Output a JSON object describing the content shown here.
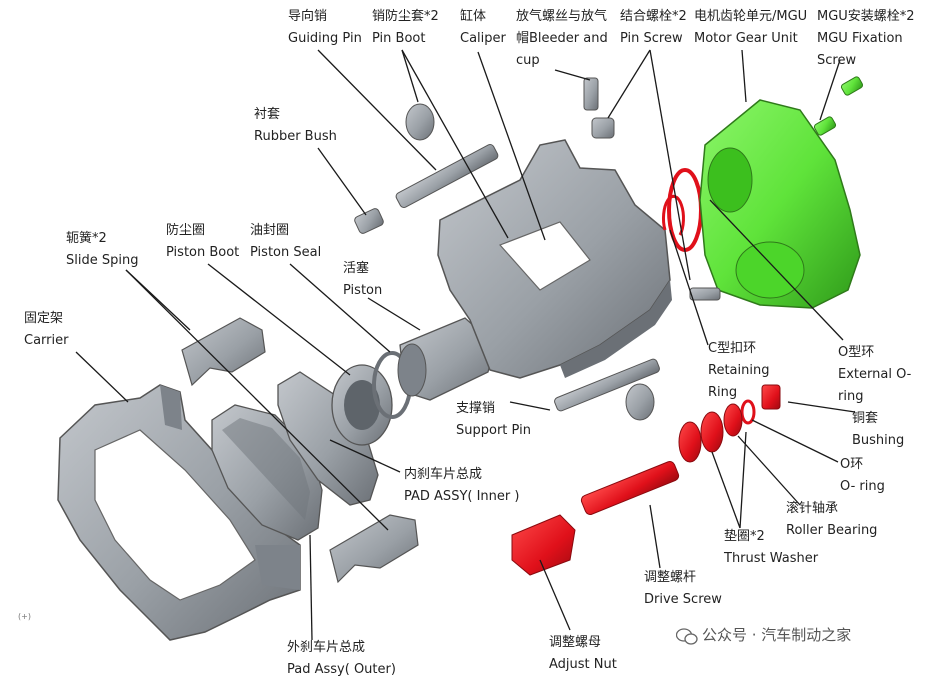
{
  "labels": {
    "guiding_pin": {
      "zh": "导向销",
      "en": "Guiding Pin"
    },
    "pin_boot": {
      "zh": "销防尘套*2",
      "en": "Pin Boot"
    },
    "caliper": {
      "zh": "缸体",
      "en": "Caliper"
    },
    "bleeder": {
      "zh": "放气螺丝与放气",
      "en": "帽Bleeder and",
      "en2": "cup"
    },
    "pin_screw": {
      "zh": "结合螺栓*2",
      "en": "Pin Screw"
    },
    "mgu": {
      "zh": "电机齿轮单元/MGU",
      "en": "Motor Gear Unit"
    },
    "mgu_screw": {
      "zh": "MGU安装螺栓*2",
      "en": "MGU Fixation",
      "en2": "Screw"
    },
    "rubber_bush": {
      "zh": "衬套",
      "en": "Rubber Bush"
    },
    "slide_spring": {
      "zh": "轭簧*2",
      "en": "Slide Sping"
    },
    "piston_boot": {
      "zh": "防尘圈",
      "en": "Piston Boot"
    },
    "piston_seal": {
      "zh": "油封圈",
      "en": "Piston Seal"
    },
    "piston": {
      "zh": "活塞",
      "en": "Piston"
    },
    "carrier": {
      "zh": "固定架",
      "en": "Carrier"
    },
    "retaining_ring": {
      "zh": "C型扣环",
      "en": "Retaining",
      "en2": "Ring"
    },
    "external_oring": {
      "zh": "O型环",
      "en": "External O-",
      "en2": "ring"
    },
    "support_pin": {
      "zh": "支撑销",
      "en": "Support  Pin"
    },
    "bushing": {
      "zh": "铜套",
      "en": "Bushing"
    },
    "oring": {
      "zh": "O环",
      "en": "O- ring"
    },
    "pad_inner": {
      "zh": "内刹车片总成",
      "en": "PAD ASSY( Inner )"
    },
    "roller_bearing": {
      "zh": "滚针轴承",
      "en": "Roller Bearing"
    },
    "thrust_washer": {
      "zh": "垫圈*2",
      "en": "Thrust Washer"
    },
    "drive_screw": {
      "zh": "调整螺杆",
      "en": "Drive Screw"
    },
    "adjust_nut": {
      "zh": "调整螺母",
      "en": "Adjust Nut"
    },
    "pad_outer": {
      "zh": "外刹车片总成",
      "en": "Pad Assy( Outer)"
    }
  },
  "watermark": "公众号 · 汽车制动之家",
  "corner_mark": "(+)",
  "colors": {
    "part_gray": "#9aa0a6",
    "part_dark": "#6b7076",
    "mgu_green": "#5fe33a",
    "mgu_dark": "#2f9a1a",
    "red_part": "#e0101a",
    "red_dark": "#9e0a10",
    "leader": "#1a1a1a"
  }
}
